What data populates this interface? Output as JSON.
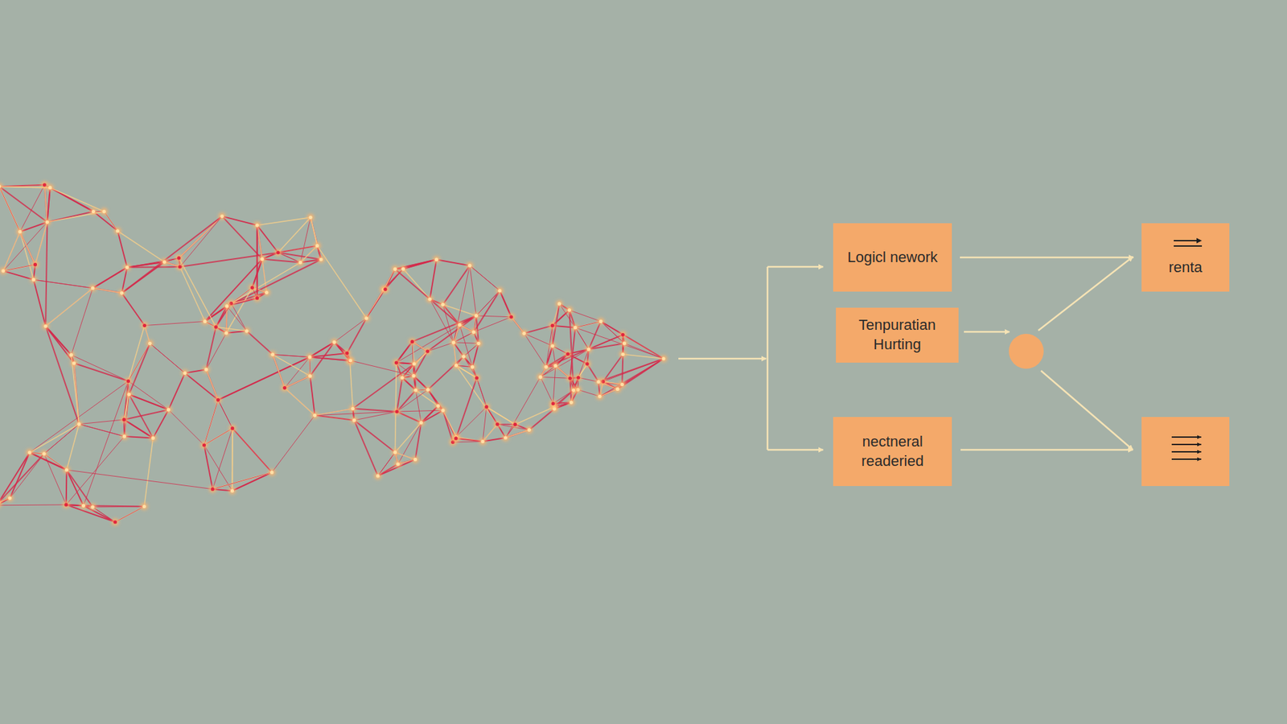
{
  "diagram": {
    "nodes": [
      {
        "text": [
          "Logicl nework"
        ]
      },
      {
        "text": [
          "Tenpuratian Hurting"
        ]
      },
      {
        "text": [
          "nectneral readeried"
        ]
      },
      {
        "text": [
          "renta"
        ]
      }
    ],
    "edges": [
      {
        "from": 0,
        "to": 3,
        "arrow": "to"
      }
    ]
  }
}
